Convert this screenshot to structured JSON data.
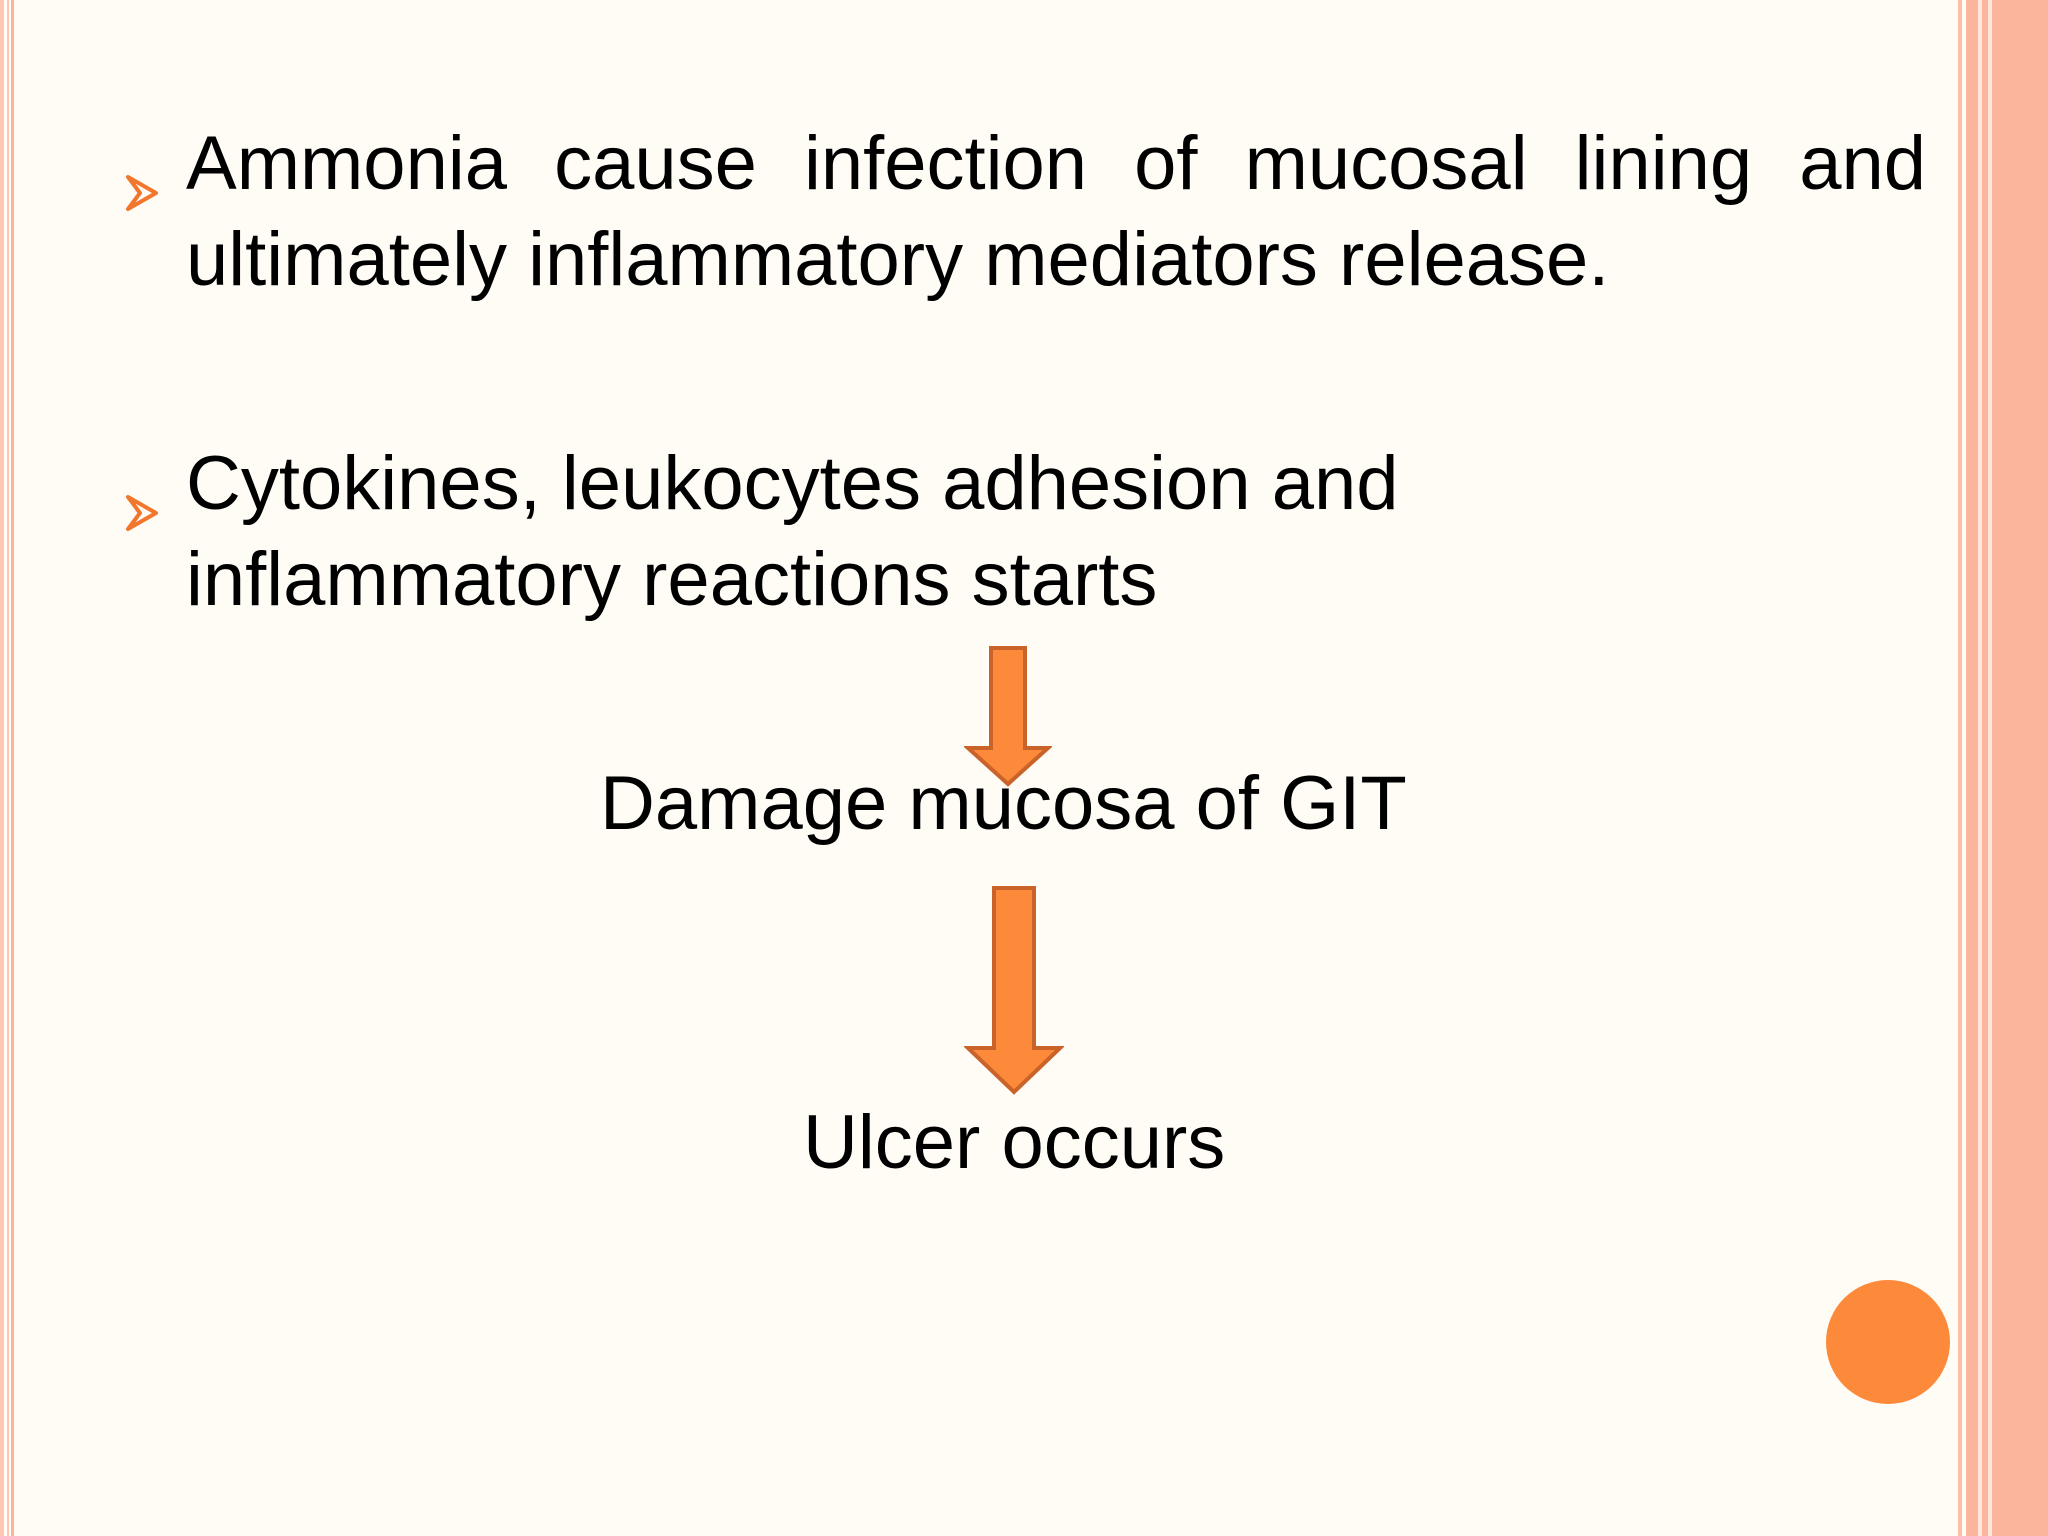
{
  "slide": {
    "bullets": [
      {
        "marker_icon": "arrowhead-bullet-icon",
        "text": "Ammonia cause infection of mucosal lining and ultimately inflammatory mediators release."
      },
      {
        "marker_icon": "arrowhead-bullet-icon",
        "text": "Cytokines, leukocytes adhesion and inflammatory reactions starts"
      }
    ],
    "flow": {
      "step1": "Damage mucosa of GIT",
      "step2": "Ulcer occurs"
    },
    "colors": {
      "accent": "#f2772e",
      "arrow_fill": "#fd8a3b",
      "arrow_stroke": "#c9632a",
      "border_stripe": "#fbb59c",
      "dot": "#fd8a3b"
    }
  }
}
